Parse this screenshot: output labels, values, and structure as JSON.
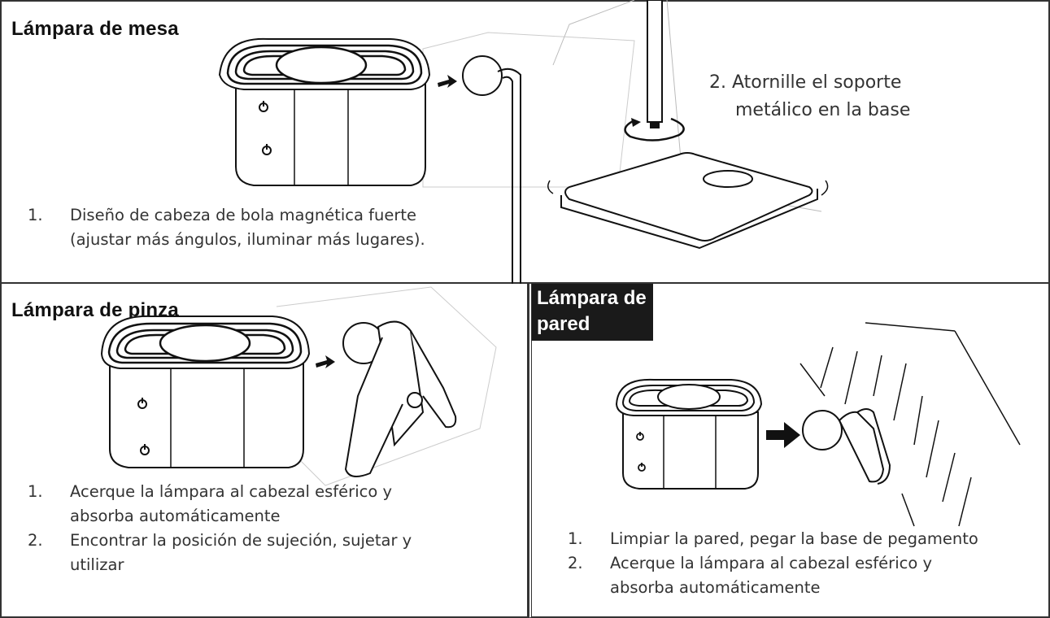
{
  "panels": {
    "mesa": {
      "title": "Lámpara de mesa",
      "step2_line1": "2. Atornille el soporte",
      "step2_line2": "metálico en la base",
      "steps": [
        {
          "num": "1.",
          "line1": "Diseño de cabeza de bola magnética fuerte",
          "line2": "(ajustar más ángulos, iluminar más lugares)."
        }
      ]
    },
    "pinza": {
      "title": "Lámpara de pinza",
      "steps": [
        {
          "num": "1.",
          "line1": "Acerque la lámpara al cabezal esférico y",
          "line2": "absorba automáticamente"
        },
        {
          "num": "2.",
          "line1": "Encontrar la posición de sujeción, sujetar y",
          "line2": "utilizar"
        }
      ]
    },
    "pared": {
      "title_line1": "Lámpara de",
      "title_line2": "pared",
      "steps": [
        {
          "num": "1.",
          "line1": "Limpiar la pared, pegar la base de pegamento",
          "line2": ""
        },
        {
          "num": "2.",
          "line1": "Acerque la lámpara al cabezal esférico y",
          "line2": "absorba automáticamente"
        }
      ]
    }
  },
  "icons": {
    "power": "power-icon",
    "arrow": "right-arrow-icon",
    "rotate": "rotate-arrow-icon"
  }
}
